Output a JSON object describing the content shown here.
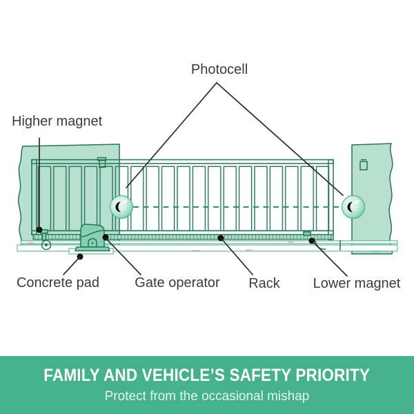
{
  "colors": {
    "banner_bg": "#45b28b",
    "banner_text": "#ffffff",
    "banner_subtext": "#e3f6ee",
    "outline_green": "#24735a",
    "wall_fill": "#b7e1ce",
    "operator_fill": "#85d1b0",
    "rack_fill": "#a8dcc4",
    "track_line": "#66b898",
    "beam_dash": "#2e8e70",
    "label_text": "#3b3b3b",
    "leader_line": "#2b2b2b",
    "marker_black": "#0d0d0d"
  },
  "diagram": {
    "labels": {
      "photocell": "Photocell",
      "higher_magnet": "Higher magnet",
      "concrete_pad": "Concrete pad",
      "gate_operator": "Gate operator",
      "rack": "Rack",
      "lower_magnet": "Lower magnet"
    }
  },
  "banner": {
    "title": "FAMILY AND VEHICLE’S SAFETY PRIORITY",
    "subtitle": "Protect from the occasional mishap"
  }
}
